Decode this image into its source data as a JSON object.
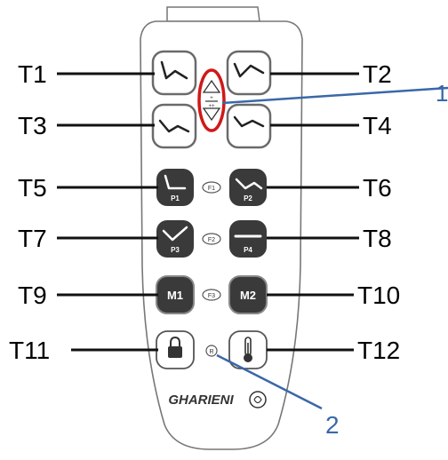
{
  "labels": {
    "t1": "T1",
    "t2": "T2",
    "t3": "T3",
    "t4": "T4",
    "t5": "T5",
    "t6": "T6",
    "t7": "T7",
    "t8": "T8",
    "t9": "T9",
    "t10": "T10",
    "t11": "T11",
    "t12": "T12"
  },
  "callouts": {
    "one": "1",
    "two": "2"
  },
  "buttons": {
    "p1": "P1",
    "p2": "P2",
    "p3": "P3",
    "p4": "P4",
    "m1": "M1",
    "m2": "M2"
  },
  "connectors": {
    "f1": "F1",
    "f2": "F2",
    "f3": "F3",
    "r": "R"
  },
  "center": {
    "plus": "+",
    "plusplus": "++"
  },
  "brand": "GHARIENI",
  "colors": {
    "line": "#111111",
    "callout_line": "#3a68a8",
    "highlight_ring": "#d01818",
    "button_dark": "#3a3a3a",
    "remote_outline": "#777777"
  }
}
